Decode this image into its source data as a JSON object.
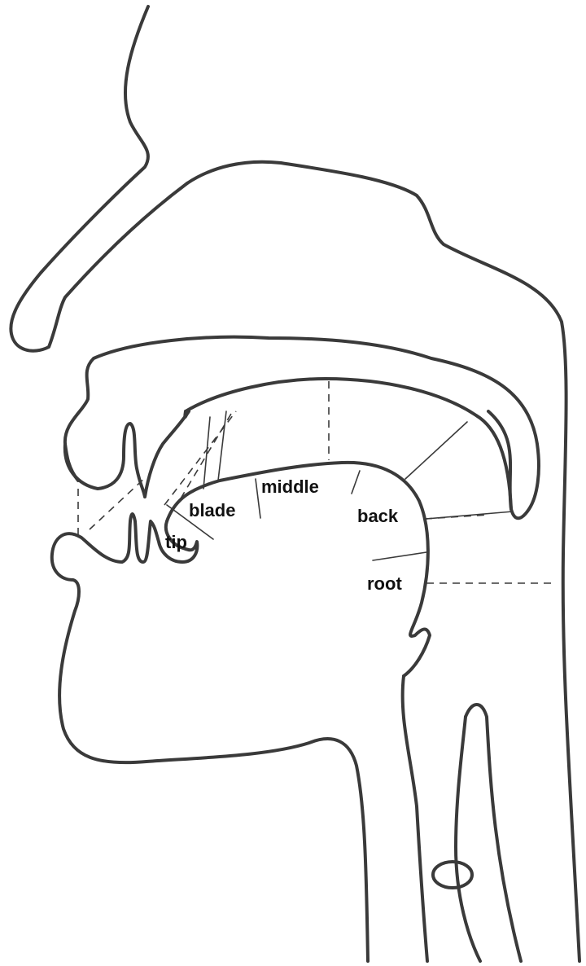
{
  "labels": {
    "tip": "tip",
    "blade": "blade",
    "middle": "middle",
    "back": "back",
    "root": "root"
  },
  "colors": {
    "line": "#3a3a3a",
    "text": "#111111",
    "background": "#ffffff"
  }
}
